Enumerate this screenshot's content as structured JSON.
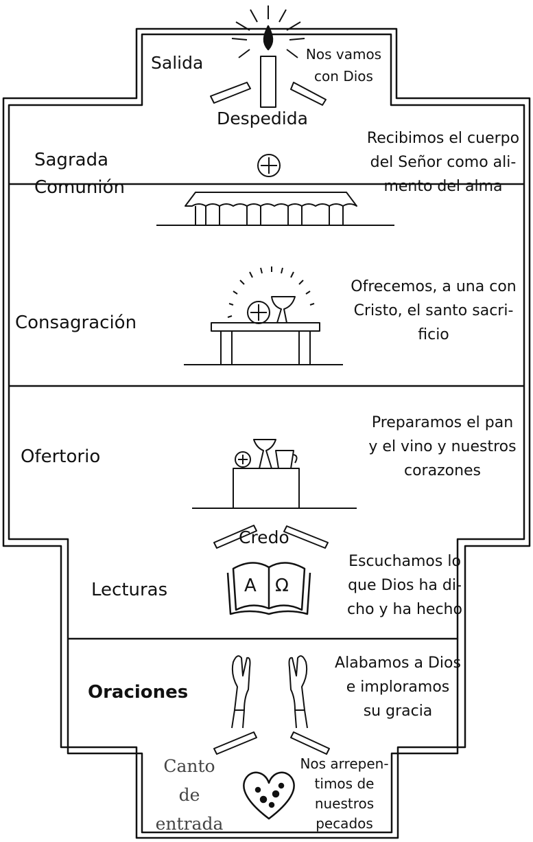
{
  "sections": {
    "salida": {
      "name": "Salida",
      "desc": [
        "Nos vamos",
        "con Dios"
      ]
    },
    "despedida": {
      "label": "Despedida"
    },
    "comunion": {
      "name": [
        "Sagrada",
        "Comunión"
      ],
      "desc": [
        "Recibimos el cuerpo",
        "del Señor como ali-",
        "mento del alma"
      ]
    },
    "consagracion": {
      "name": "Consagración",
      "desc": [
        "Ofrecemos, a una con",
        "Cristo, el santo sacri-",
        "ficio"
      ]
    },
    "ofertorio": {
      "name": "Ofertorio",
      "desc": [
        "Preparamos el pan",
        "y el vino y nuestros",
        "corazones"
      ]
    },
    "credo": {
      "label": "Credo"
    },
    "lecturas": {
      "name": "Lecturas",
      "desc": [
        "Escuchamos lo",
        "que Dios ha di-",
        "cho y ha hecho"
      ],
      "book": [
        "A",
        "Ω"
      ]
    },
    "oraciones": {
      "name": "Oraciones",
      "desc": [
        "Alabamos a Dios",
        "e imploramos",
        "su gracia"
      ]
    },
    "entrada": {
      "name": [
        "Canto",
        "de",
        "entrada"
      ],
      "desc": [
        "Nos arrepen-",
        "timos de",
        "nuestros",
        "pecados"
      ]
    }
  },
  "colors": {
    "ink": "#111111",
    "paper": "#ffffff"
  }
}
